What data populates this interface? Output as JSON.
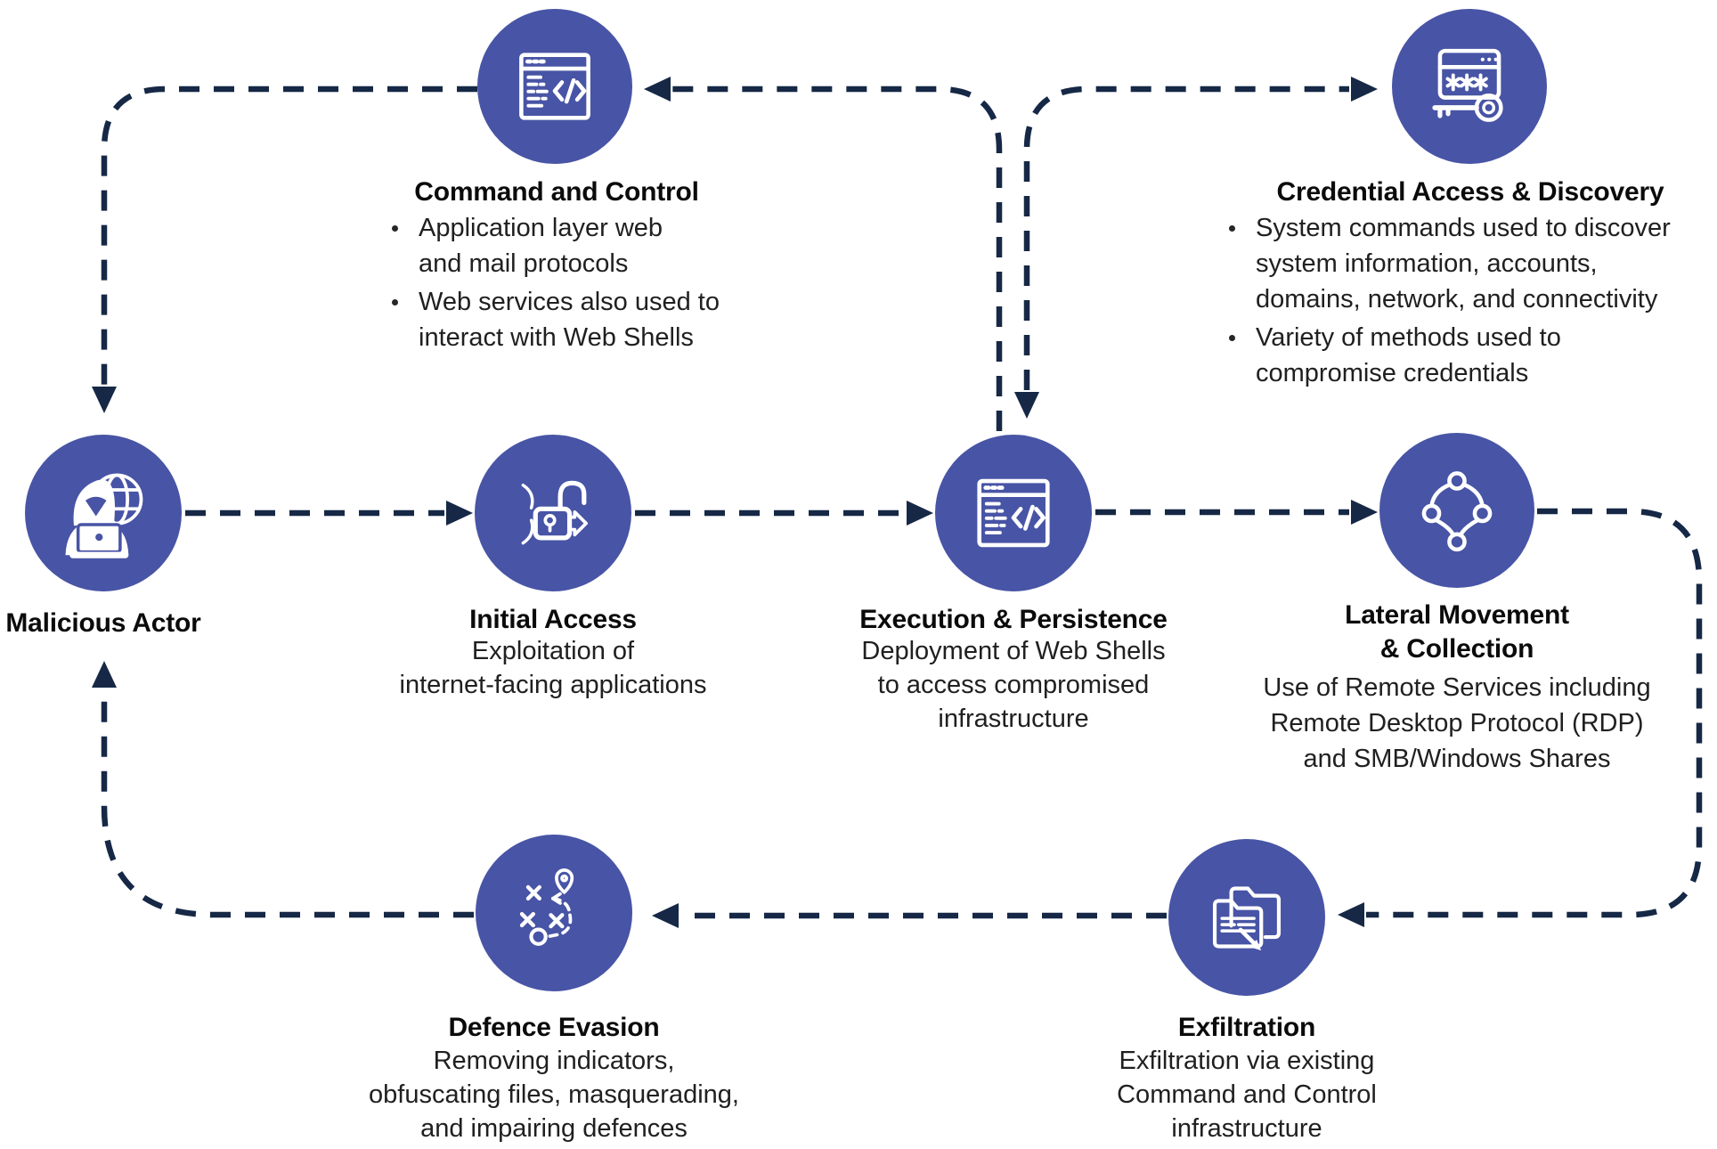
{
  "colors": {
    "circle_fill": "#4854A5",
    "connector_navy": "#162846",
    "title_text": "#0B0B0B",
    "body_text": "#202020",
    "icon_stroke": "#FFFFFF"
  },
  "nodes": {
    "malicious_actor": {
      "title": "Malicious Actor",
      "icon": "hacker-globe-icon"
    },
    "initial_access": {
      "title": "Initial Access",
      "icon": "unlocked-padlock-icon",
      "lines": [
        "Exploitation of",
        "internet-facing applications"
      ]
    },
    "execution_persistence": {
      "title": "Execution & Persistence",
      "icon": "code-window-icon",
      "lines": [
        "Deployment of Web Shells",
        "to access compromised",
        "infrastructure"
      ]
    },
    "lateral_movement": {
      "title_lines": "Lateral Movement\n& Collection",
      "icon": "node-network-icon",
      "lines": [
        "Use of Remote Services including",
        "Remote Desktop Protocol (RDP)",
        "and SMB/Windows Shares"
      ]
    },
    "command_and_control": {
      "title": "Command and Control",
      "icon": "code-window-icon",
      "bullets": [
        {
          "lines": [
            "Application layer web",
            "and mail protocols"
          ]
        },
        {
          "lines": [
            "Web services also used to",
            "interact with Web Shells"
          ]
        }
      ]
    },
    "credential_access": {
      "title": "Credential Access & Discovery",
      "icon": "password-key-icon",
      "bullets": [
        {
          "lines": [
            "System commands used to discover",
            "system information, accounts,",
            "domains, network, and connectivity"
          ]
        },
        {
          "lines": [
            "Variety of methods used to",
            "compromise credentials"
          ]
        }
      ]
    },
    "defence_evasion": {
      "title": "Defence Evasion",
      "icon": "evasion-route-icon",
      "lines": [
        "Removing indicators,",
        "obfuscating files, masquerading,",
        "and impairing defences"
      ]
    },
    "exfiltration": {
      "title": "Exfiltration",
      "icon": "folder-export-icon",
      "lines": [
        "Exfiltration via existing",
        "Command and Control",
        "infrastructure"
      ]
    }
  }
}
